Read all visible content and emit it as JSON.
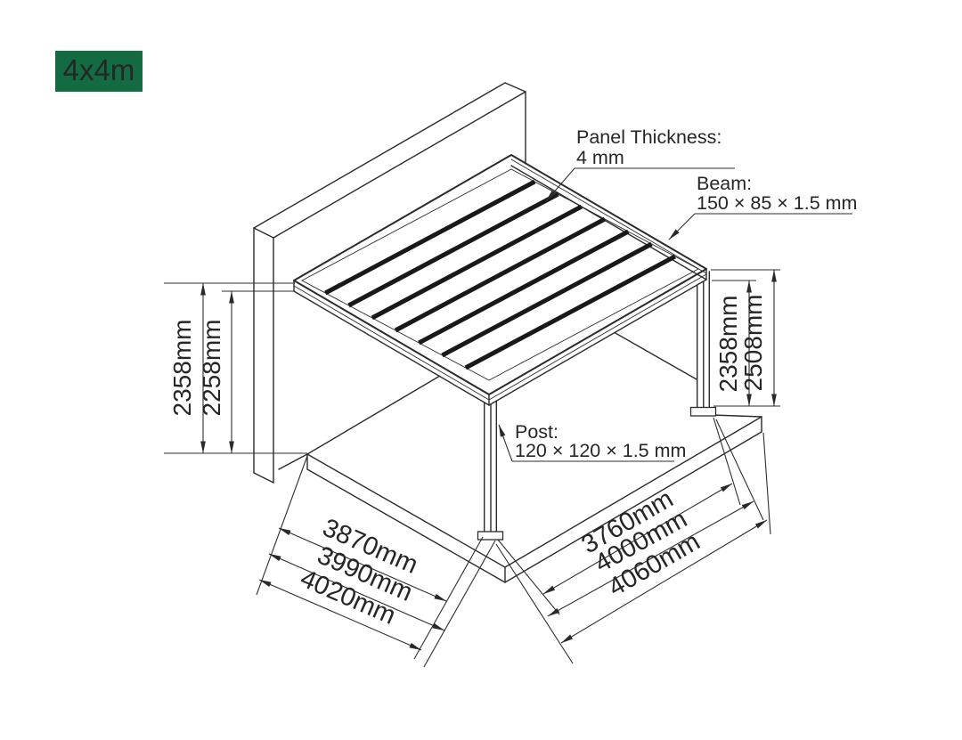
{
  "badge": {
    "label": "4x4m"
  },
  "callouts": {
    "panel": {
      "title": "Panel Thickness:",
      "value": "4 mm"
    },
    "beam": {
      "title": "Beam:",
      "value": "150 × 85 × 1.5 mm"
    },
    "post": {
      "title": "Post:",
      "value": "120 × 120 × 1.5 mm"
    }
  },
  "dimensions": {
    "left": [
      "2358mm",
      "2258mm"
    ],
    "right": [
      "2358mm",
      "2508mm"
    ],
    "bottom_left": [
      "3870mm",
      "3990mm",
      "4020mm"
    ],
    "bottom_right": [
      "3760mm",
      "4000mm",
      "4060mm"
    ]
  },
  "colors": {
    "badge_bg": "#136C41",
    "badge_text": "#FFFFFF",
    "line": "#2B2B2B"
  }
}
